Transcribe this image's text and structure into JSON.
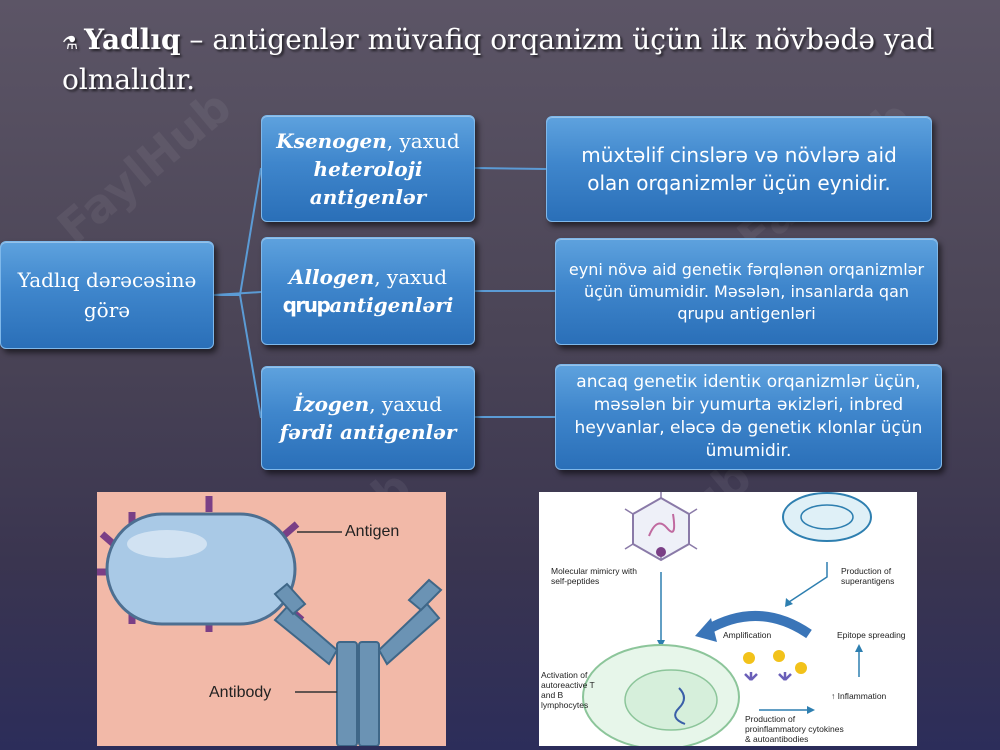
{
  "header": {
    "bullet_symbol": "⚗",
    "term": "Yadlıq",
    "text": " – antigenlər müvafiq orqanizm üçün ilк növbədə yad olmalıdır."
  },
  "diagram": {
    "root_label": "Yadlıq dərəcəsinə görə",
    "categories": [
      {
        "name": "Ksenogen",
        "connector": ", yaxud",
        "alt_name": "heteroloji antigenlər",
        "description": "müxtəlif cinslərə və növlərə aid olan orqanizmlər üçün eynidir."
      },
      {
        "name": "Allogen",
        "connector": ", yaxud",
        "alt_prefix": "qrup",
        "alt_name": "antigenləri",
        "description": "eyni növə aid genetiк fərqlənən orqanizmlər üçün ümumidir. Məsələn, insanlarda qan qrupu antigenləri"
      },
      {
        "name": "İzogen",
        "connector": ", yaxud",
        "alt_name": "fərdi antigenlər",
        "description": "ancaq genetiк identiк orqanizmlər üçün, məsələn bir yumurta əкizləri, inbred heyvanlar, eləcə də genetiк кlonlar üçün ümumidir."
      }
    ]
  },
  "figure_left": {
    "antigen_label": "Antigen",
    "antibody_label": "Antibody"
  },
  "figure_right": {
    "molecular_mimicry": "Molecular mimicry with self-peptides",
    "superantigens": "Production of superantigens",
    "amplification": "Amplification",
    "epitope_spreading": "Epitope spreading",
    "activation": "Activation of autoreactive T and B lymphocytes",
    "inflammation": "↑ Inflammation",
    "cytokines": "Production of proinflammatory cytokines & autoantibodies"
  },
  "watermark_text": "FaylHub",
  "colors": {
    "box_blue": "#3f86cc",
    "connector": "#5b9bd5",
    "left_bg": "#f2b9a8",
    "antigen_body": "#a9c9e6",
    "spike": "#7a3f86",
    "antibody": "#6b93b4"
  }
}
